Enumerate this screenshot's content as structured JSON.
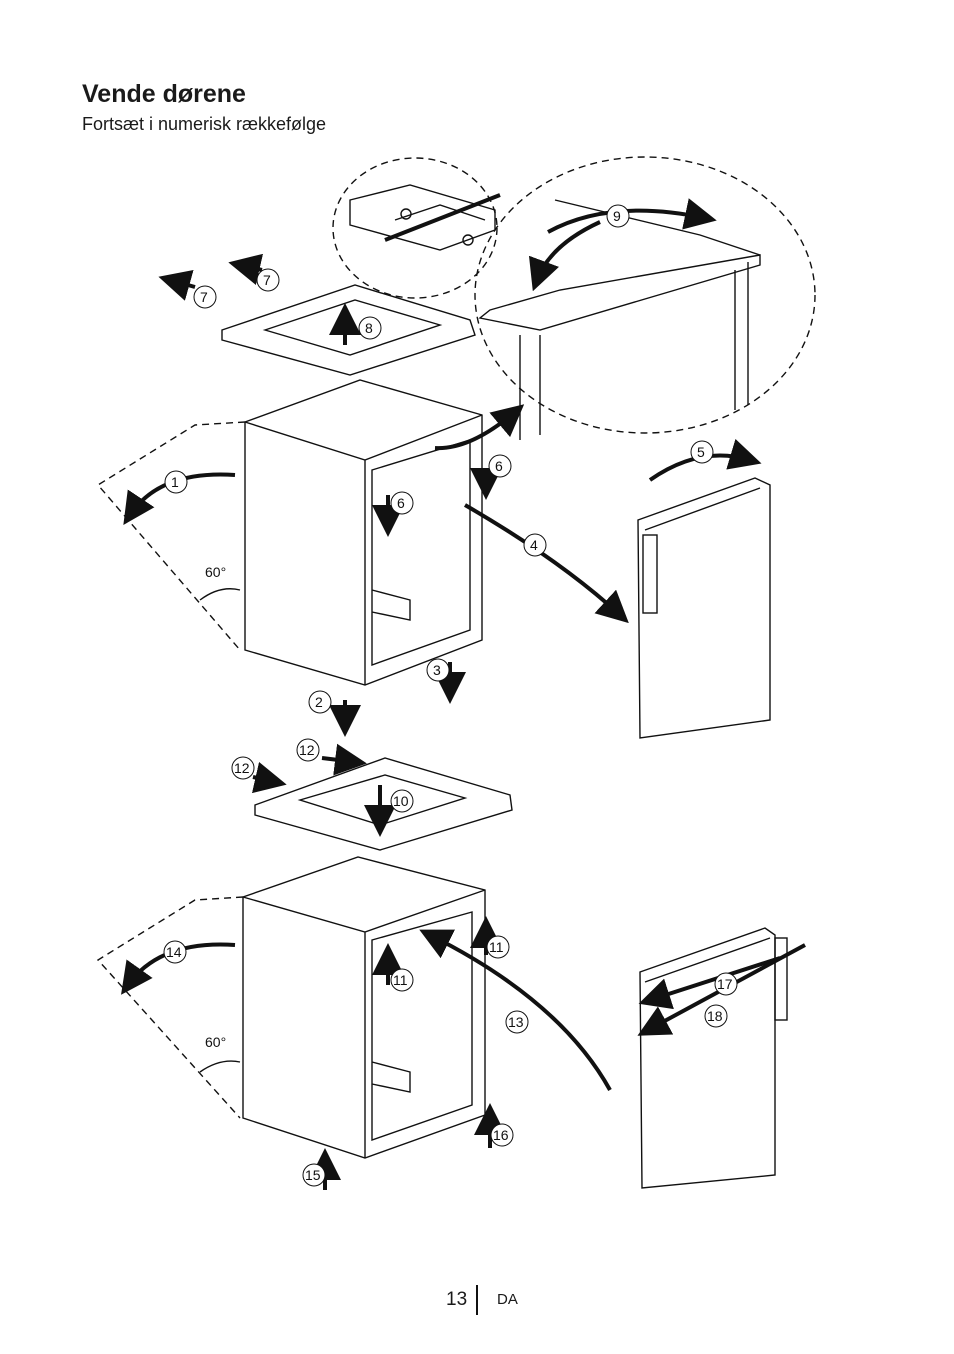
{
  "header": {
    "title": "Vende dørene",
    "subtitle": "Fortsæt i numerisk rækkefølge"
  },
  "steps": [
    "1",
    "2",
    "3",
    "4",
    "5",
    "6",
    "6",
    "7",
    "7",
    "8",
    "9",
    "10",
    "11",
    "11",
    "12",
    "12",
    "13",
    "14",
    "15",
    "16",
    "17",
    "18"
  ],
  "angles": [
    "60°",
    "60°"
  ],
  "footer": {
    "page": "13",
    "lang": "DA"
  }
}
